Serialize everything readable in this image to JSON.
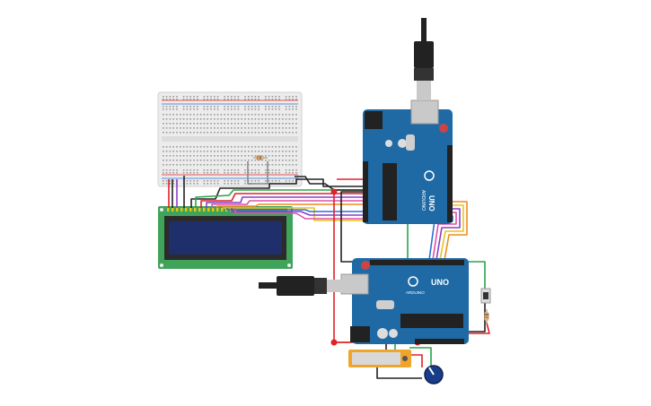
{
  "board_top": {
    "model": "UNO",
    "brand": "ARDUINO",
    "color": "#1f6aa5"
  },
  "board_bottom": {
    "model": "UNO",
    "brand": "ARDUINO",
    "color": "#1f6aa5"
  },
  "lcd": {
    "screen_color": "#1f2f6b",
    "pcb_color": "#3fa35a"
  },
  "wire_colors": {
    "red": "#e0222a",
    "black": "#222222",
    "green": "#2aa34a",
    "orange": "#f08c1e",
    "yellow": "#e6c619",
    "purple": "#8a3fc7",
    "blue": "#2a6fd6",
    "pink": "#e04fa8"
  },
  "icons": [
    "usb-cable-icon",
    "potentiometer-icon",
    "pushbutton-icon",
    "resistor-icon"
  ]
}
